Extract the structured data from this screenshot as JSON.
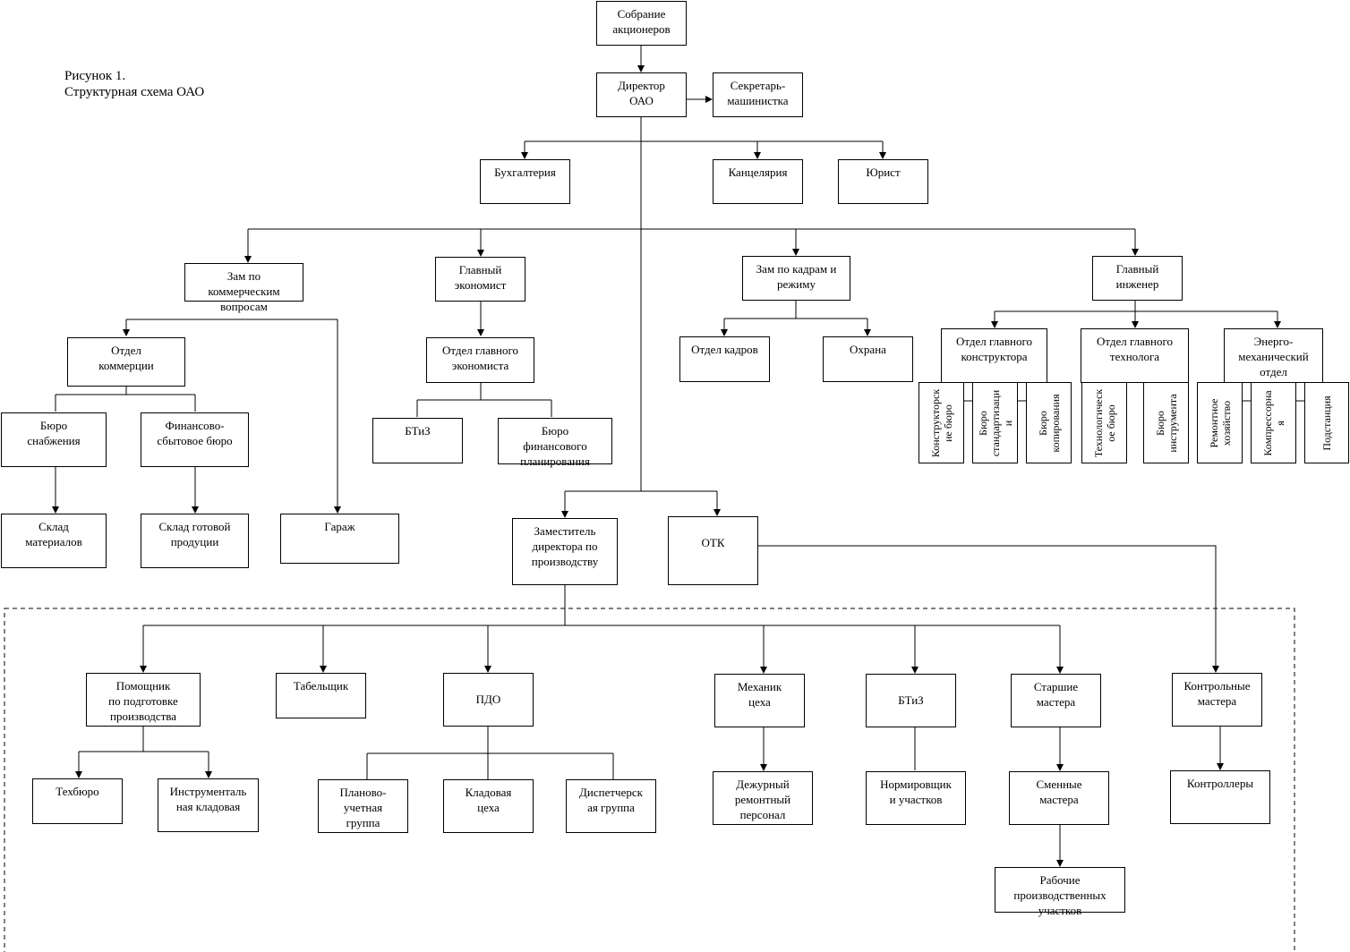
{
  "caption": "Рисунок 1.\nСтруктурная схема ОАО",
  "nodes": {
    "shareholders": "Собрание\nакционеров",
    "director": "Директор\nОАО",
    "secretary": "Секретарь-\nмашинистка",
    "accounting": "Бухгалтерия",
    "office": "Канцелярия",
    "lawyer": "Юрист",
    "commercial_deputy": "Зам по\nкоммерческим\nвопросам",
    "chief_economist": "Главный\nэкономист",
    "hr_deputy": "Зам по кадрам и\nрежиму",
    "chief_engineer": "Главный\nинженер",
    "commerce_dept": "Отдел\nкоммерции",
    "supply_bureau": "Бюро\nснабжения",
    "finance_sales_bureau": "Финансово-\nсбытовое бюро",
    "materials_warehouse": "Склад\nматериалов",
    "products_warehouse": "Склад готовой\nпродуции",
    "garage": "Гараж",
    "economist_dept": "Отдел главного\nэкономиста",
    "btiz_econ": "БТиЗ",
    "fin_planning_bureau": "Бюро\nфинансового\nпланирования",
    "personnel_dept": "Отдел кадров",
    "security": "Охрана",
    "designer_dept": "Отдел главного\nконструктора",
    "technologist_dept": "Отдел главного\nтехнолога",
    "energy_mech_dept": "Энерго-\nмеханический\nотдел",
    "production_deputy": "Заместитель\nдиректора по\nпроизводству",
    "otk": "ОТК",
    "prep_assistant": "Помощник\nпо подготовке\nпроизводства",
    "timekeeper": "Табельщик",
    "pdo": "ПДО",
    "shop_mechanic": "Механик\nцеха",
    "btiz_prod": "БТиЗ",
    "senior_masters": "Старшие\nмастера",
    "control_masters": "Контрольные\nмастера",
    "tech_bureau": "Техбюро",
    "tool_storeroom": "Инструменталь\nная кладовая",
    "planning_group": "Планово-\nучетная\nгруппа",
    "shop_storeroom": "Кладовая\nцеха",
    "dispatch_group": "Диспетчерск\nая группа",
    "duty_repair": "Дежурный\nремонтный\nперсонал",
    "norm_setters": "Нормировщик\nи участков",
    "shift_masters": "Сменные\nмастера",
    "inspectors": "Контроллеры",
    "section_workers": "Рабочие\nпроизводственных\nучастков"
  },
  "vertical_nodes": {
    "design_bureau": "Конструкторск\nие бюро",
    "standard_bureau": "Бюро\nстандартизаци\nи",
    "copy_bureau": "Бюро\nкопирования",
    "tech_bureaus": "Технологическ\nое бюро",
    "tool_bureau": "Бюро\nинструмента",
    "repair_facility": "Ремонтное\nхозяйство",
    "compressor": "Компрессорна\nя",
    "substation": "Подстанция"
  }
}
